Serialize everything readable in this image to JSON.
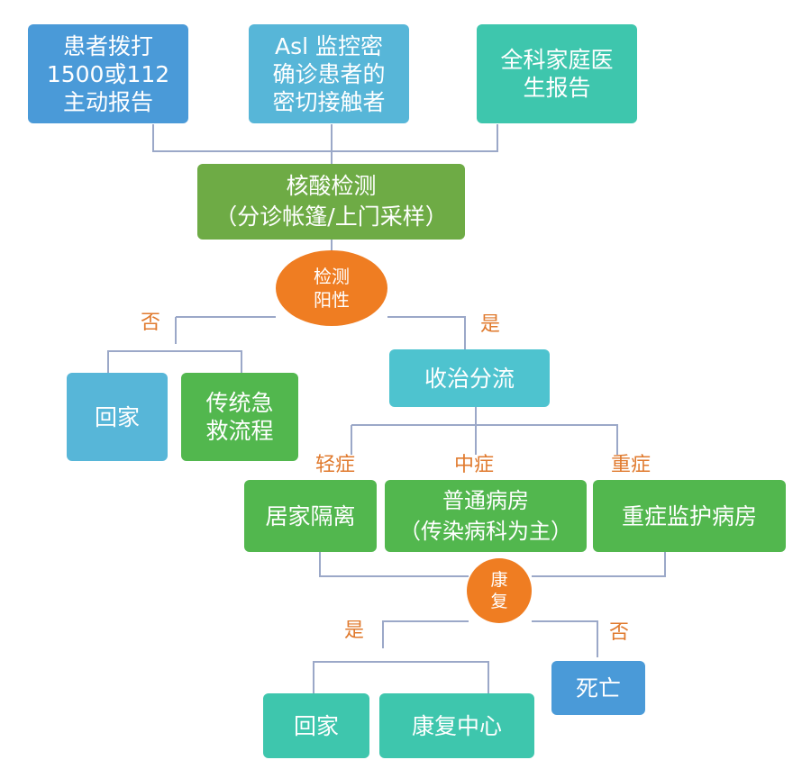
{
  "sources": {
    "patient_call": "患者拨打\n1500或112\n主动报告",
    "asl": "Asl 监控密\n确诊患者的\n密切接触者",
    "gp": "全科家庭医\n生报告"
  },
  "test": "核酸检测\n（分诊帐篷/上门采样）",
  "positive_decision": "检测\n阳性",
  "labels": {
    "no1": "否",
    "yes1": "是",
    "mild": "轻症",
    "moderate": "中症",
    "severe": "重症",
    "yes2": "是",
    "no2": "否"
  },
  "negative_outcomes": {
    "home": "回家",
    "emergency": "传统急\n救流程"
  },
  "triage": "收治分流",
  "wards": {
    "home_isolation": "居家隔离",
    "general_ward": "普通病房\n（传染病科为主）",
    "icu": "重症监护病房"
  },
  "recovery_decision": "康\n复",
  "final": {
    "home": "回家",
    "rehab_center": "康复中心",
    "death": "死亡"
  },
  "colors": {
    "blue": "#4a9ad8",
    "light_blue": "#57b6d8",
    "teal": "#3ec6ad",
    "green": "#52b74e",
    "olive_green": "#6eab45",
    "sky": "#4ec3cf",
    "orange": "#ef7d22",
    "label_orange": "#e07a2e",
    "connector": "#9ba8c8"
  }
}
